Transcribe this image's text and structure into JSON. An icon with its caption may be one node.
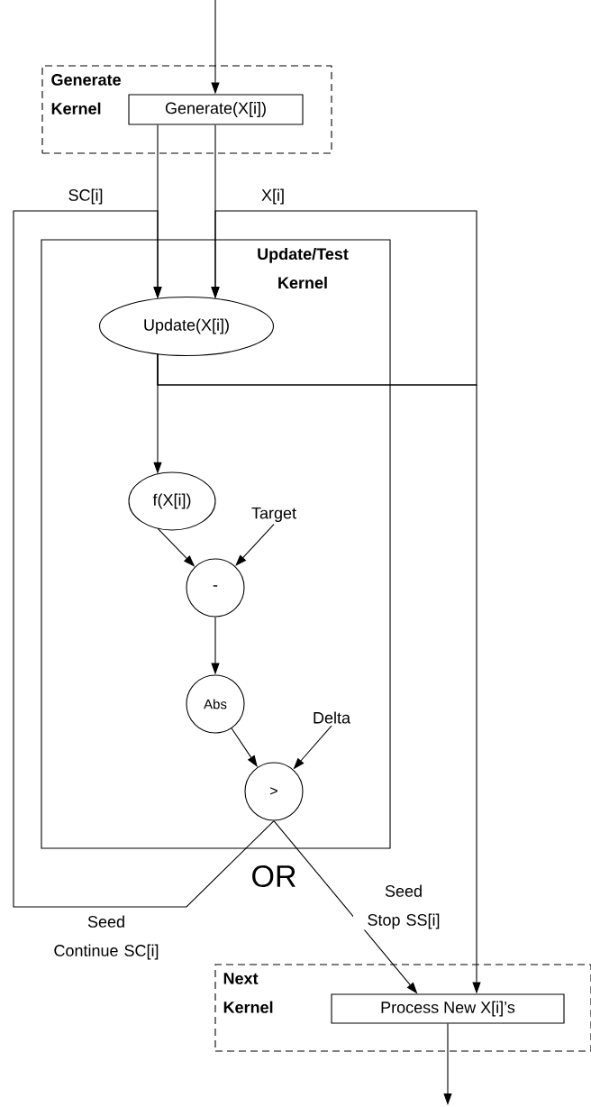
{
  "diagram": {
    "nodes": [
      {
        "text": [
          "Generate Kernel"
        ]
      },
      {
        "text": [
          "Generate(X[i])"
        ],
        "in": 0
      },
      {
        "text": [
          "Update/Test Kernel"
        ]
      },
      {
        "text": [
          "Update(X[i])"
        ],
        "in": 2
      },
      {
        "text": [
          "f(X[i])"
        ],
        "in": 2
      },
      {
        "text": [
          "Target"
        ],
        "in": 2
      },
      {
        "text": [
          "-"
        ],
        "in": 2
      },
      {
        "text": [
          "Abs"
        ],
        "in": 2
      },
      {
        "text": [
          "Delta"
        ],
        "in": 2
      },
      {
        "text": [
          ">"
        ],
        "in": 2
      },
      {
        "text": [
          "Next Kernel"
        ]
      },
      {
        "text": [
          "Process New X[i]’s"
        ],
        "in": 10
      }
    ],
    "edges": [
      {
        "from": null,
        "to": 1,
        "arrow": "to"
      },
      {
        "from": 1,
        "to": 3,
        "arrow": "to"
      },
      {
        "from": 1,
        "to": 3,
        "arrow": "to"
      },
      {
        "from": 3,
        "to": 4,
        "arrow": "to"
      },
      {
        "from": 3,
        "to": 3,
        "arrow": "to",
        "label": "X[i]"
      },
      {
        "from": 3,
        "to": 11,
        "arrow": "to"
      },
      {
        "from": 4,
        "to": 6,
        "arrow": "to"
      },
      {
        "from": 5,
        "to": 6,
        "arrow": "to"
      },
      {
        "from": 6,
        "to": 7,
        "arrow": "to"
      },
      {
        "from": 7,
        "to": 9,
        "arrow": "to"
      },
      {
        "from": 8,
        "to": 9,
        "arrow": "to"
      },
      {
        "from": 9,
        "to": 3,
        "arrow": "to",
        "label": "Seed Continue SC[i]"
      },
      {
        "from": 9,
        "to": 11,
        "arrow": "to",
        "label": "Seed Stop SS[i]"
      },
      {
        "from": 11,
        "to": null,
        "arrow": "to"
      }
    ],
    "labels": [
      "SC[i]",
      "OR"
    ]
  }
}
